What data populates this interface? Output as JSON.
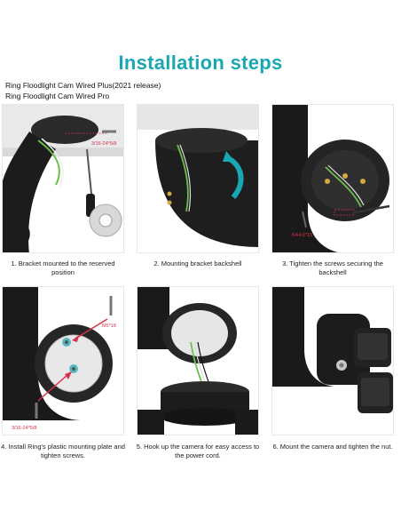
{
  "title": "Installation steps",
  "models": [
    "Ring Floodlight Cam Wired Plus(2021 release)",
    "Ring Floodlight Cam Wired Pro"
  ],
  "steps": [
    {
      "caption": "1. Bracket mounted to the reserved position",
      "callouts": [
        "3/16-24*5/8"
      ]
    },
    {
      "caption": "2. Mounting bracket backshell",
      "callouts": []
    },
    {
      "caption": "3. Tighten the screws securing the backshell",
      "callouts": [
        "KA4.0*15"
      ]
    },
    {
      "caption": "4. Install Ring's plastic mounting plate and tighten screws.",
      "callouts": [
        "M5*18",
        "3/16-24*5/8"
      ]
    },
    {
      "caption": "5. Hook up the camera for easy access to the power cord.",
      "callouts": []
    },
    {
      "caption": "6. Mount the camera and tighten the nut.",
      "callouts": []
    }
  ],
  "colors": {
    "accent": "#1aa7b4",
    "callout": "#d9304a",
    "product": "#1c1c1c"
  }
}
